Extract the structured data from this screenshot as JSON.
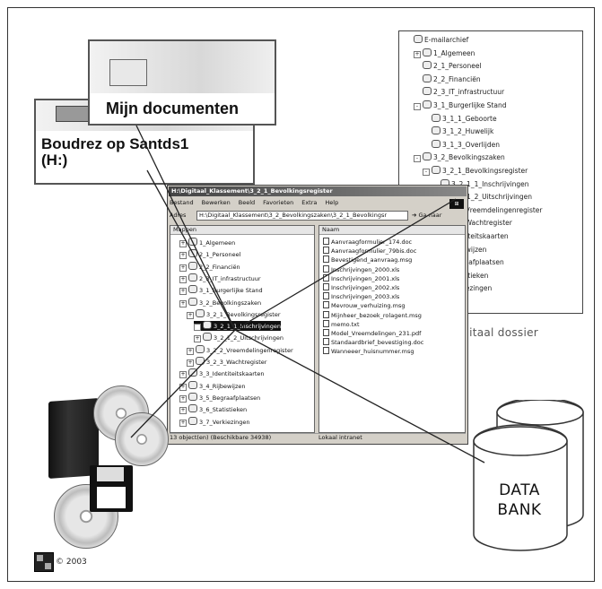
{
  "cards": {
    "mydocs": {
      "label": "Mijn documenten"
    },
    "drive": {
      "label_line1": "Boudrez op Santds1",
      "label_line2": "(H:)"
    }
  },
  "dossier_tree": {
    "caption": "Digitaal dossier",
    "nodes": [
      {
        "label": "E-mailarchief",
        "pm": ""
      },
      {
        "label": "1_Algemeen",
        "pm": "+"
      },
      {
        "label": "2_1_Personeel",
        "pm": ""
      },
      {
        "label": "2_2_Financiën",
        "pm": ""
      },
      {
        "label": "2_3_IT_infrastructuur",
        "pm": ""
      },
      {
        "label": "3_1_Burgerlijke Stand",
        "pm": "-"
      },
      {
        "label": "3_1_1_Geboorte",
        "pm": ""
      },
      {
        "label": "3_1_2_Huwelijk",
        "pm": ""
      },
      {
        "label": "3_1_3_Overlijden",
        "pm": ""
      },
      {
        "label": "3_2_Bevolkingszaken",
        "pm": "-"
      },
      {
        "label": "3_2_1_Bevolkingsregister",
        "pm": "-"
      },
      {
        "label": "3_2_1_1_Inschrijvingen",
        "pm": ""
      },
      {
        "label": "3_2_1_2_Uitschrijvingen",
        "pm": ""
      },
      {
        "label": "3_2_2_Vreemdelingenregister",
        "pm": ""
      },
      {
        "label": "3_2_3_Wachtregister",
        "pm": ""
      },
      {
        "label": "3_3_Identiteitskaarten",
        "pm": ""
      },
      {
        "label": "3_4_Rijbewijzen",
        "pm": ""
      },
      {
        "label": "3_5_Begraafplaatsen",
        "pm": ""
      },
      {
        "label": "3_6_Statistieken",
        "pm": ""
      },
      {
        "label": "3_7_Verkiezingen",
        "pm": ""
      }
    ]
  },
  "explorer": {
    "title": "H:\\Digitaal_Klassement\\3_2_1_Bevolkingsregister",
    "menu": [
      "Bestand",
      "Bewerken",
      "Beeld",
      "Favorieten",
      "Extra",
      "Help"
    ],
    "address_label": "Adres",
    "address_value": "H:\\Digitaal_Klassement\\3_2_Bevolkingszaken\\3_2_1_Bevolkingsr",
    "go_label": "Ga naar",
    "folders_header": "Mappen",
    "folders": [
      {
        "label": "1_Algemeen",
        "selected": false
      },
      {
        "label": "2_1_Personeel",
        "selected": false
      },
      {
        "label": "2_2_Financiën",
        "selected": false
      },
      {
        "label": "2_3_IT_infrastructuur",
        "selected": false
      },
      {
        "label": "3_1_Burgerlijke Stand",
        "selected": false
      },
      {
        "label": "3_2_Bevolkingszaken",
        "selected": false
      },
      {
        "label": "3_2_1_Bevolkingsregister",
        "selected": false
      },
      {
        "label": "3_2_1_1_Inschrijvingen",
        "selected": true
      },
      {
        "label": "3_2_1_2_Uitschrijvingen",
        "selected": false
      },
      {
        "label": "3_2_2_Vreemdelingenregister",
        "selected": false
      },
      {
        "label": "3_2_3_Wachtregister",
        "selected": false
      },
      {
        "label": "3_3_Identiteitskaarten",
        "selected": false
      },
      {
        "label": "3_4_Rijbewijzen",
        "selected": false
      },
      {
        "label": "3_5_Begraafplaatsen",
        "selected": false
      },
      {
        "label": "3_6_Statistieken",
        "selected": false
      },
      {
        "label": "3_7_Verkiezingen",
        "selected": false
      }
    ],
    "files_header": "Naam",
    "files": [
      "Aanvraagformulier_174.doc",
      "Aanvraagformulier_79bis.doc",
      "Bevestigend_aanvraag.msg",
      "Inschrijvingen_2000.xls",
      "Inschrijvingen_2001.xls",
      "Inschrijvingen_2002.xls",
      "Inschrijvingen_2003.xls",
      "Mevrouw_verhuizing.msg",
      "Mijnheer_bezoek_rolagent.msg",
      "memo.txt",
      "Model_Vreemdelingen_231.pdf",
      "Standaardbrief_bevestiging.doc",
      "Wanneeer_huisnummer.msg"
    ],
    "status_left": "13 object(en) (Beschikbare 34938)",
    "status_right": "Lokaal intranet"
  },
  "database": {
    "line1": "DATA",
    "line2": "BANK"
  },
  "copyright": "© 2003",
  "colors": {
    "selection": "#111111",
    "window_face": "#d4d0c8"
  }
}
